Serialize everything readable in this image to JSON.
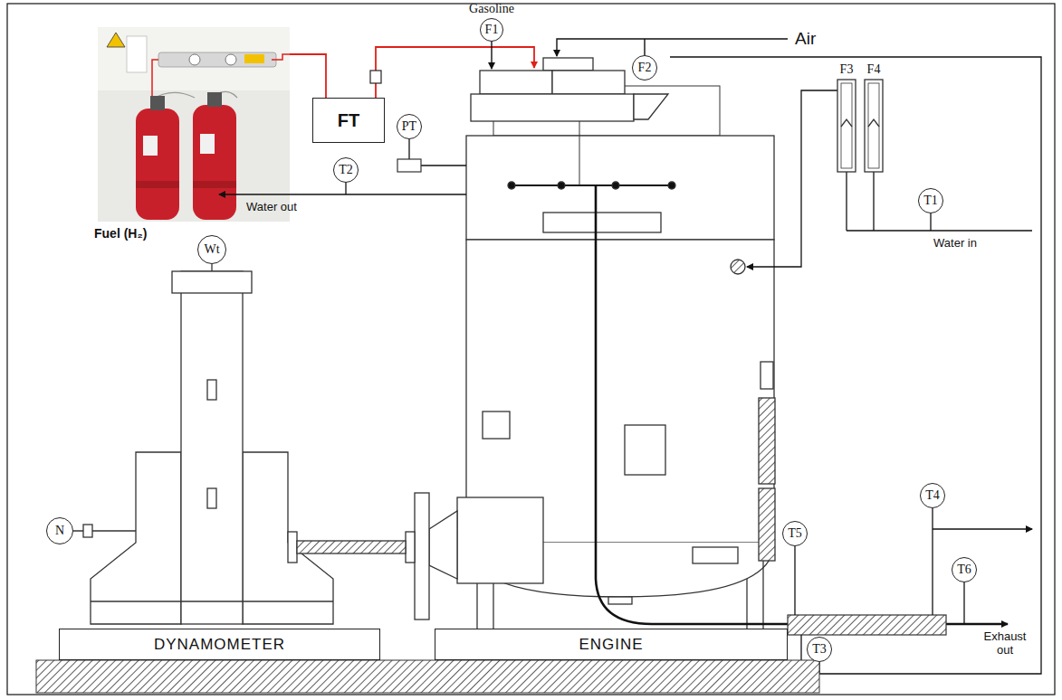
{
  "diagram": {
    "nodes": [
      {
        "text": [
          "F1"
        ]
      },
      {
        "text": [
          "F2"
        ]
      },
      {
        "text": [
          "FT"
        ]
      },
      {
        "text": [
          "PT"
        ]
      },
      {
        "text": [
          "T2"
        ]
      },
      {
        "text": [
          "Wt"
        ]
      },
      {
        "text": [
          "T1"
        ]
      },
      {
        "text": [
          "N"
        ]
      },
      {
        "text": [
          "T4"
        ]
      },
      {
        "text": [
          "T5"
        ]
      },
      {
        "text": [
          "T6"
        ]
      },
      {
        "text": [
          "T3"
        ]
      },
      {
        "text": [
          "DYNAMOMETER"
        ]
      },
      {
        "text": [
          "ENGINE"
        ]
      }
    ],
    "labels": [
      "Gasoline",
      "Air",
      "Fuel (H₂)",
      "Water out",
      "F3",
      "F4",
      "Water in",
      "Exhaust out"
    ]
  }
}
